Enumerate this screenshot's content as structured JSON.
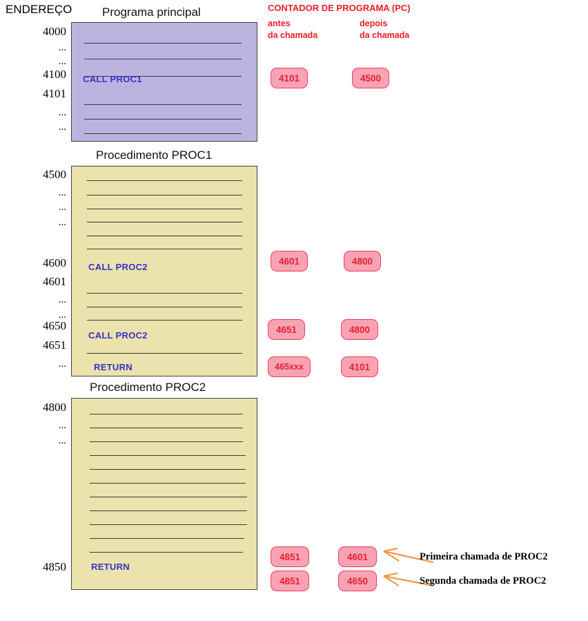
{
  "diagram": {
    "address_column_header": "ENDEREÇO",
    "pc_header": {
      "title": "CONTADOR DE PROGRAMA (PC)",
      "before_line1": "antes",
      "before_line2": "da chamada",
      "after_line1": "depois",
      "after_line2": "da chamada"
    },
    "colors": {
      "main_program_fill": "#bcb4e0",
      "procedure_fill": "#ece2ae",
      "code_text": "#3333cc",
      "pc_red": "#ee1c25",
      "badge_fill": "#f7a3b4",
      "badge_border": "#ef3a5a",
      "arrow": "#f79646"
    },
    "blocks": [
      {
        "title": "Programa principal",
        "addresses": [
          "4000",
          "...",
          "...",
          "4100",
          "4101",
          "...",
          "..."
        ],
        "instructions": [
          "CALL PROC1"
        ]
      },
      {
        "title": "Procedimento  PROC1",
        "addresses": [
          "4500",
          "...",
          "...",
          "...",
          "4600",
          "4601",
          "...",
          "...",
          "4650",
          "4651",
          "..."
        ],
        "instructions": [
          "CALL PROC2",
          "CALL PROC2",
          "RETURN"
        ]
      },
      {
        "title": "Procedimento  PROC2",
        "addresses": [
          "4800",
          "...",
          "...",
          "4850"
        ],
        "instructions": [
          "RETURN"
        ]
      }
    ],
    "pc_badges": [
      {
        "before": "4101",
        "after": "4500"
      },
      {
        "before": "4601",
        "after": "4800"
      },
      {
        "before": "4651",
        "after": "4800"
      },
      {
        "before": "465xxx",
        "after": "4101"
      },
      {
        "before": "4851",
        "after": "4601"
      },
      {
        "before": "4851",
        "after": "4650"
      }
    ],
    "annotations": [
      "Primeira chamada de PROC2",
      "Segunda chamada de PROC2"
    ]
  }
}
